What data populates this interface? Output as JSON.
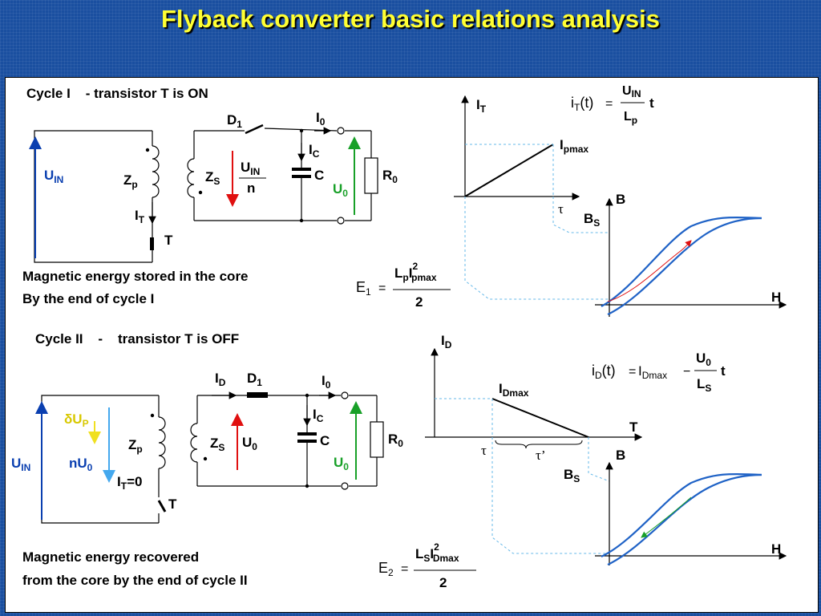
{
  "title": "Flyback converter basic relations analysis",
  "colors": {
    "background": "#1a4fa0",
    "title": "#ffff33",
    "curve": "#1f62c6",
    "dashed": "#66b8e8",
    "arrow_red": "#e01010",
    "arrow_green": "#18a028",
    "arrow_blue": "#0a3fb0",
    "arrow_yellow": "#f0e020",
    "arrow_lightblue": "#44a8ee"
  },
  "cycle1": {
    "heading": "Cycle I    - transistor T is ON",
    "note_line1": "Magnetic energy stored in the core",
    "note_line2": "By the end of cycle I",
    "circuit": {
      "uin": "U",
      "uin_sub": "IN",
      "zp": "Z",
      "zp_sub": "p",
      "it": "I",
      "it_sub": "T",
      "t": "T",
      "zs": "Z",
      "zs_sub": "S",
      "frac_num": "U",
      "frac_num_sub": "IN",
      "frac_den": "n",
      "d1": "D",
      "d1_sub": "1",
      "i0": "I",
      "i0_sub": "0",
      "ic": "I",
      "ic_sub": "C",
      "c": "C",
      "u0": "U",
      "u0_sub": "0",
      "r0": "R",
      "r0_sub": "0"
    },
    "graph": {
      "y_label": "I",
      "y_sub": "T",
      "peak": "I",
      "peak_sub": "pmax",
      "tau": "τ"
    },
    "formula": {
      "lhs": "i",
      "lhs_sub": "T",
      "lhs_arg": "(t)",
      "eq": "=",
      "num": "U",
      "num_sub": "IN",
      "den": "L",
      "den_sub": "p",
      "tail": "t"
    },
    "bh": {
      "b": "B",
      "bs": "B",
      "bs_sub": "S",
      "h": "H"
    },
    "energy": {
      "lhs": "E",
      "lhs_sub": "1",
      "eq": "=",
      "num_a": "L",
      "num_sub": "p",
      "num_b": "I",
      "num_sup": "2",
      "num_sub2": "pmax",
      "den": "2"
    }
  },
  "cycle2": {
    "heading": "Cycle II    -    transistor T is OFF",
    "note_line1": "Magnetic energy recovered",
    "note_line2": "from the core by the end of cycle II",
    "circuit": {
      "uin": "U",
      "uin_sub": "IN",
      "dup": "δU",
      "dup_sub": "P",
      "nu0": "nU",
      "nu0_sub": "0",
      "zp": "Z",
      "zp_sub": "p",
      "it": "I",
      "it_sub": "T",
      "it_val": "=0",
      "t": "T",
      "zs": "Z",
      "zs_sub": "S",
      "u0_mid": "U",
      "u0_mid_sub": "0",
      "id": "I",
      "id_sub": "D",
      "d1": "D",
      "d1_sub": "1",
      "i0": "I",
      "i0_sub": "0",
      "ic": "I",
      "ic_sub": "C",
      "c": "C",
      "u0": "U",
      "u0_sub": "0",
      "r0": "R",
      "r0_sub": "0"
    },
    "graph": {
      "y_label": "I",
      "y_sub": "D",
      "peak": "I",
      "peak_sub": "Dmax",
      "tau": "τ",
      "tau2": "τ’",
      "t_label": "T"
    },
    "formula": {
      "lhs": "i",
      "lhs_sub": "D",
      "lhs_arg": "(t)",
      "eq": "=",
      "a": "I",
      "a_sub": "Dmax",
      "minus": "−",
      "num": "U",
      "num_sub": "0",
      "den": "L",
      "den_sub": "S",
      "tail": "t"
    },
    "bh": {
      "b": "B",
      "bs": "B",
      "bs_sub": "S",
      "h": "H"
    },
    "energy": {
      "lhs": "E",
      "lhs_sub": "2",
      "eq": "=",
      "num_a": "L",
      "num_sub": "S",
      "num_b": "I",
      "num_sup": "2",
      "num_sub2": "Dmax",
      "den": "2"
    }
  }
}
